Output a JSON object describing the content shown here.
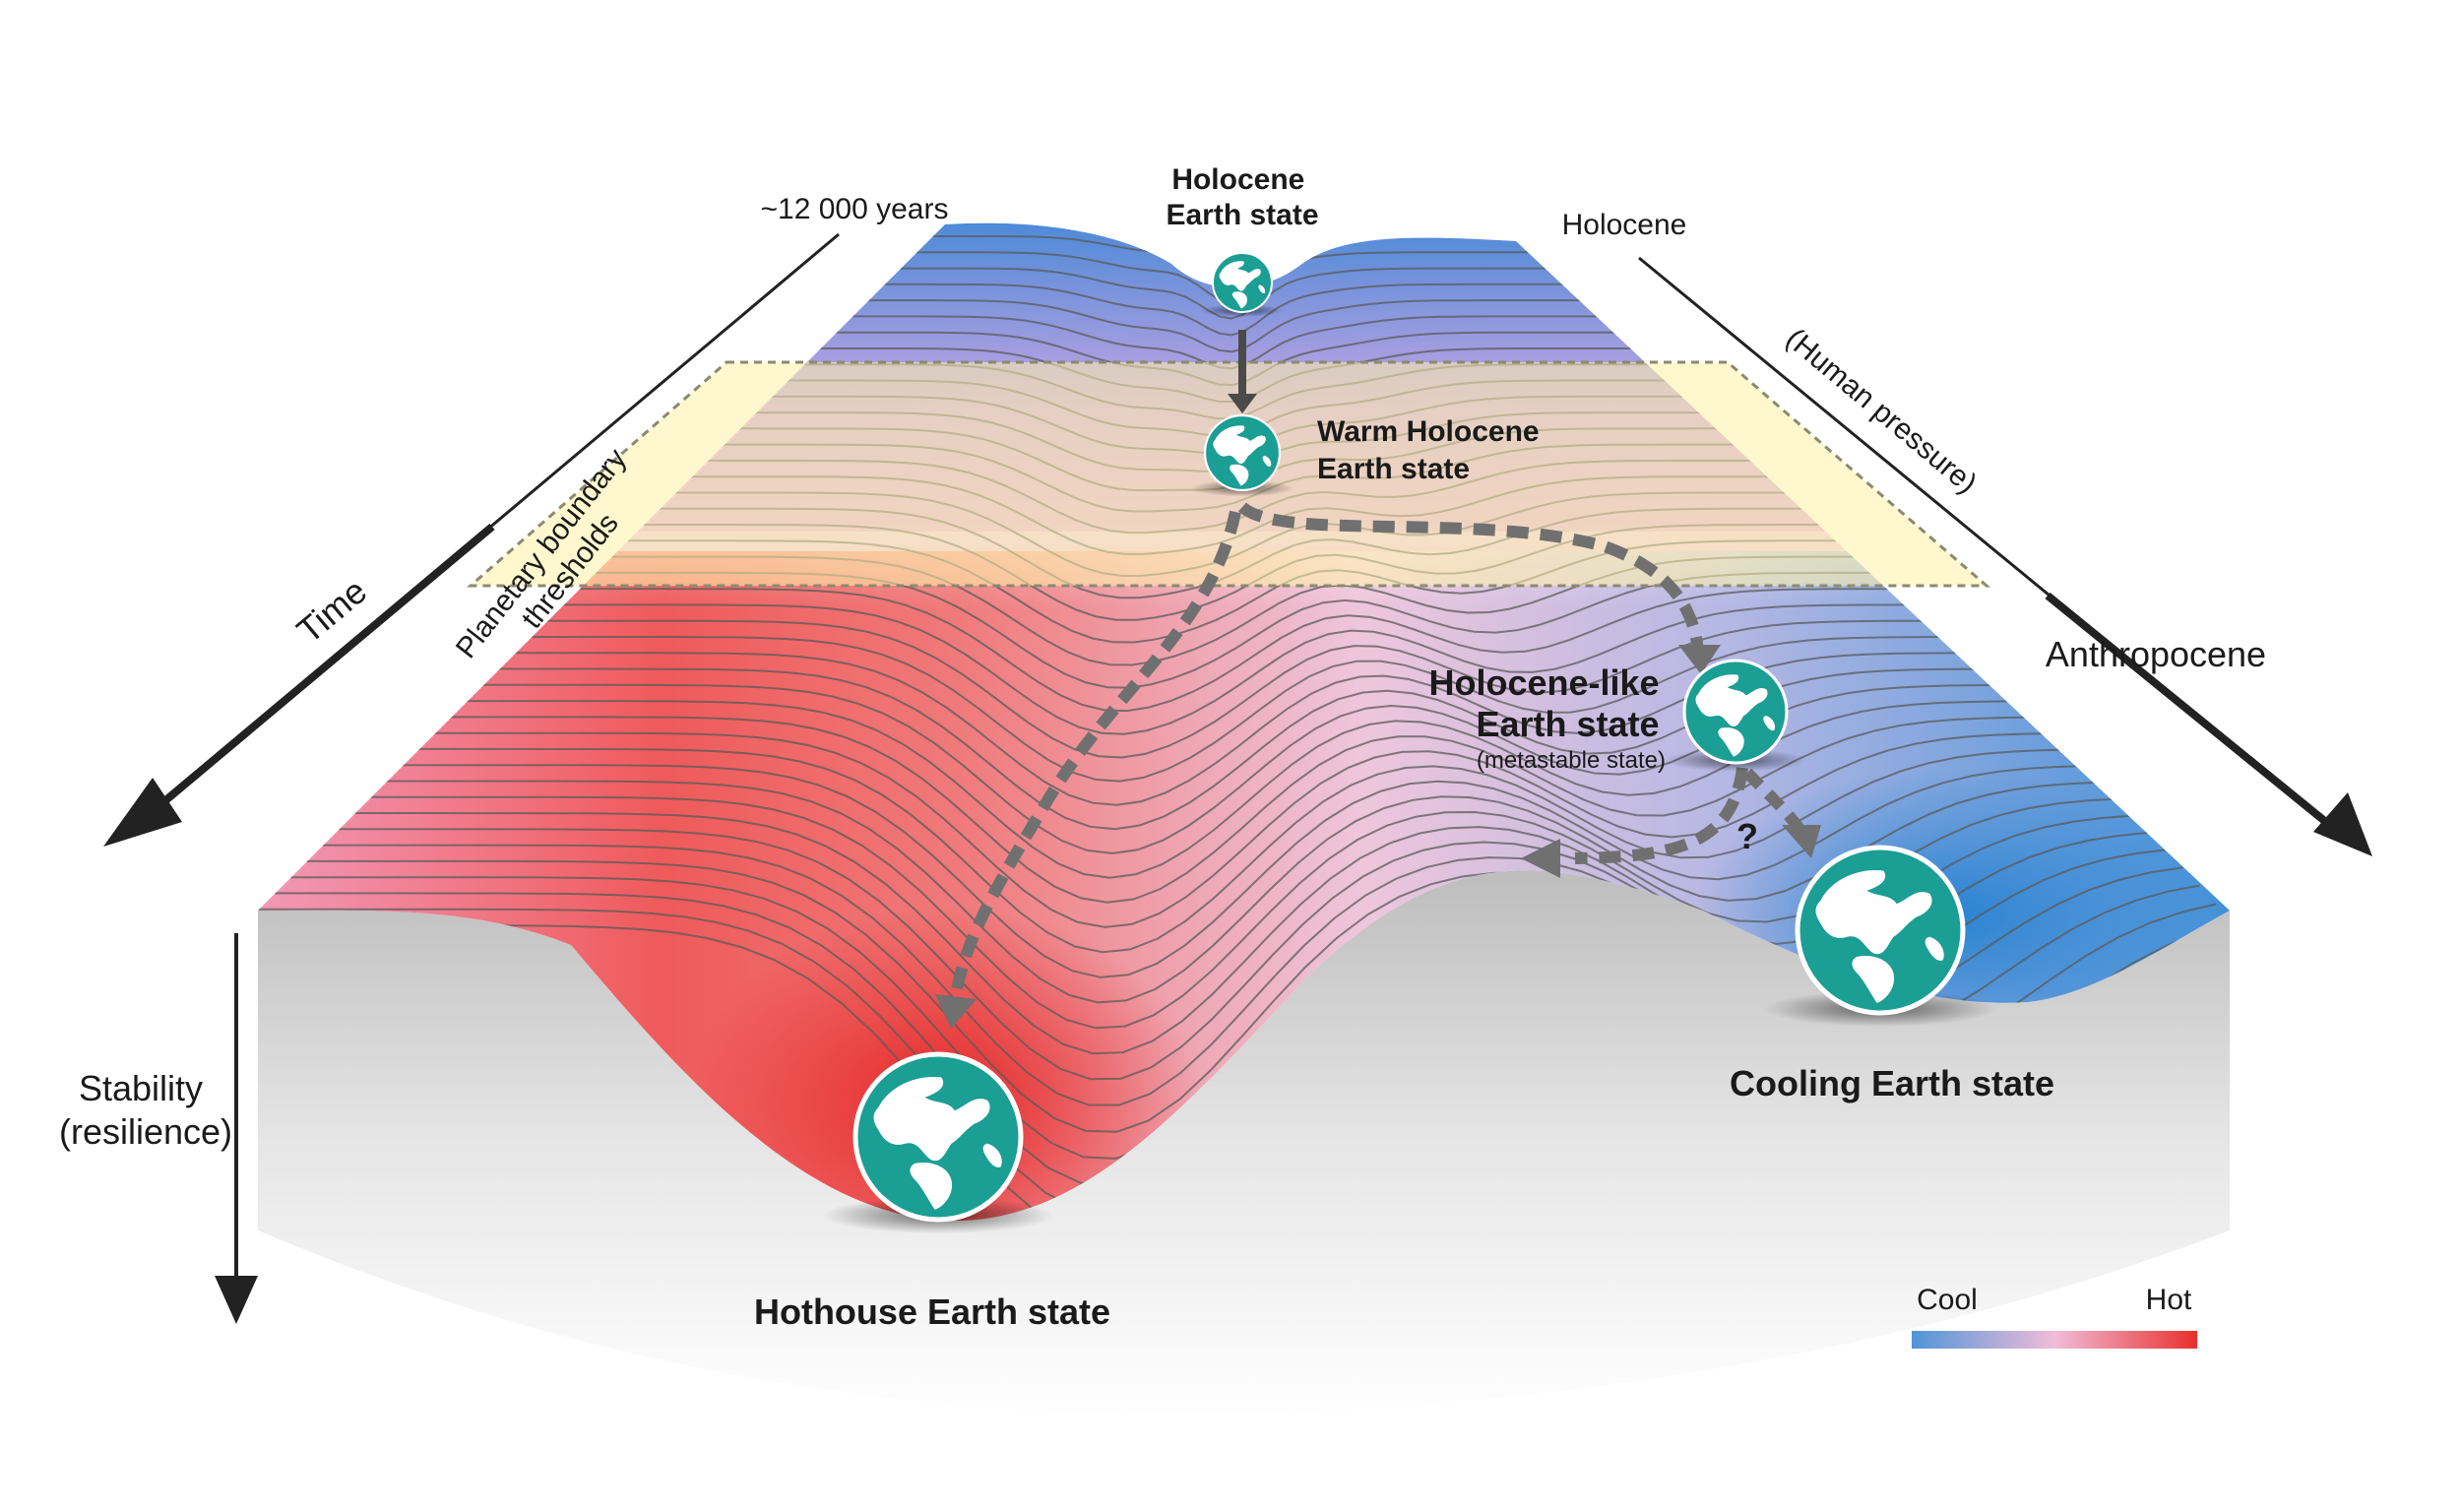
{
  "labels": {
    "years": "~12 000 years",
    "holocene_corner": "Holocene",
    "human_pressure": "(Human pressure)",
    "time": "Time",
    "anthropocene": "Anthropocene",
    "thresholds_line1": "Planetary boundary",
    "thresholds_line2": "thresholds",
    "stability_line1": "Stability",
    "stability_line2": "(resilience)"
  },
  "states": {
    "holocene": {
      "line1": "Holocene",
      "line2": "Earth state"
    },
    "warm": {
      "line1": "Warm Holocene",
      "line2": "Earth state"
    },
    "holocene_like": {
      "line1": "Holocene-like",
      "line2": "Earth state",
      "note": "(metastable state)"
    },
    "hothouse": "Hothouse Earth state",
    "cooling": "Cooling Earth state",
    "question": "?"
  },
  "legend": {
    "cool": "Cool",
    "hot": "Hot"
  },
  "colors": {
    "cool": "#3d8fd8",
    "mid": "#f4c6dc",
    "hot": "#e8302c",
    "threshold_fill": "#fff3a8",
    "earth_ocean": "#1b9e94",
    "earth_land": "#ffffff",
    "arrow": "#4a4a4a"
  },
  "icons": [
    "earth-globe-icon",
    "down-arrow-icon",
    "dashed-arrow-icon"
  ]
}
